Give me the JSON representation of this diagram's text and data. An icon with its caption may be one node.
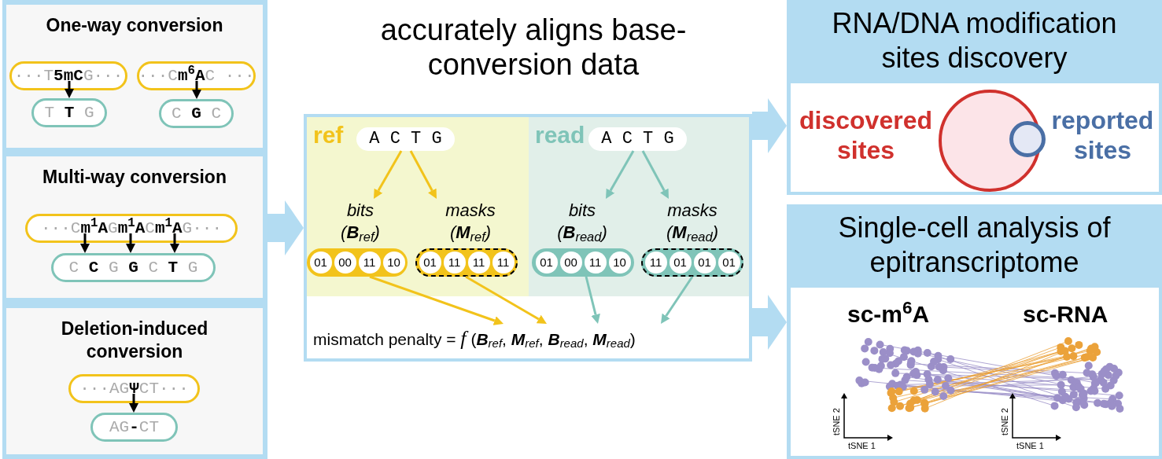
{
  "diagram": {
    "title": "accurately aligns base-conversion data",
    "nodes": [
      {
        "text": [],
        "shape": "box"
      },
      {
        "text": [
          "One-way conversion"
        ],
        "in": 0
      },
      {
        "text": [
          "···T**5mC**G···"
        ],
        "in": 1
      },
      {
        "text": [
          "T **T** G"
        ],
        "in": 1
      },
      {
        "text": [
          "···C**m$^{6}$A**C ···"
        ],
        "in": 1
      },
      {
        "text": [
          "C **G** C"
        ],
        "in": 1
      },
      {
        "text": [
          "Multi-way conversion"
        ],
        "in": 0
      },
      {
        "text": [
          "···C**m$^{1}$A**G**m$^{1}$A**C**m$^{1}$A**G···"
        ],
        "in": 6
      },
      {
        "text": [
          "C **C** G **G** C **T** G"
        ],
        "in": 6
      },
      {
        "text": [
          "Deletion-induced conversion"
        ],
        "in": 0
      },
      {
        "text": [
          "···AG**Ψ**CT···"
        ],
        "in": 9
      },
      {
        "text": [
          "AG**-**CT"
        ],
        "in": 9
      },
      {
        "text": [],
        "shape": "box"
      },
      {
        "text": [
          "ref"
        ],
        "in": 12
      },
      {
        "text": [
          "A C T G"
        ],
        "in": 13
      },
      {
        "text": [
          "bits",
          "(**B**$_{ref}$)"
        ],
        "in": 13
      },
      {
        "text": [
          "masks",
          "(**M**$_{ref}$)"
        ],
        "in": 13
      },
      {
        "text": [
          "01",
          "00",
          "11",
          "10"
        ],
        "in": 13
      },
      {
        "text": [
          "01",
          "11",
          "11",
          "11"
        ],
        "in": 13
      },
      {
        "text": [
          "read"
        ],
        "in": 12
      },
      {
        "text": [
          "A C T G"
        ],
        "in": 19
      },
      {
        "text": [
          "bits",
          "(**B**$_{read}$)"
        ],
        "in": 19
      },
      {
        "text": [
          "masks",
          "(**M**$_{read}$)"
        ],
        "in": 19
      },
      {
        "text": [
          "01",
          "00",
          "11",
          "10"
        ],
        "in": 19
      },
      {
        "text": [
          "11",
          "01",
          "01",
          "01"
        ],
        "in": 19
      },
      {
        "text": [
          "mismatch penalty = *f* (**B**$_{ref}$, **M**$_{ref}$, **B**$_{read}$, **M**$_{read}$)"
        ],
        "in": 12
      },
      {
        "text": [
          "RNA/DNA modification sites discovery"
        ]
      },
      {
        "text": [],
        "shape": "circle",
        "beside": [
          "discovered sites"
        ],
        "in": 26
      },
      {
        "text": [],
        "shape": "circle",
        "beside": [
          "reported sites"
        ],
        "in": 26
      },
      {
        "text": [
          "Single-cell analysis of epitranscriptome"
        ]
      }
    ],
    "edges": [
      {
        "from": 0,
        "to": 12,
        "arrow": "to",
        "style": "thick",
        "color": "#b3dcf2"
      },
      {
        "from": 2,
        "to": 3,
        "arrow": "to"
      },
      {
        "from": 4,
        "to": 5,
        "arrow": "to"
      },
      {
        "from": 7,
        "to": 8,
        "arrow": "to"
      },
      {
        "from": 7,
        "to": 8,
        "arrow": "to"
      },
      {
        "from": 7,
        "to": 8,
        "arrow": "to"
      },
      {
        "from": 10,
        "to": 11,
        "arrow": "to"
      },
      {
        "from": 14,
        "to": 15,
        "arrow": "to",
        "color": "#f2c31b"
      },
      {
        "from": 14,
        "to": 16,
        "arrow": "to",
        "color": "#f2c31b"
      },
      {
        "from": 20,
        "to": 21,
        "arrow": "to",
        "color": "#7fc4b8"
      },
      {
        "from": 20,
        "to": 22,
        "arrow": "to",
        "color": "#7fc4b8"
      },
      {
        "from": 17,
        "to": 25,
        "arrow": "to",
        "color": "#f2c31b"
      },
      {
        "from": 18,
        "to": 25,
        "arrow": "to",
        "color": "#f2c31b"
      },
      {
        "from": 23,
        "to": 25,
        "arrow": "to",
        "color": "#7fc4b8"
      },
      {
        "from": 24,
        "to": 25,
        "arrow": "to",
        "color": "#7fc4b8"
      },
      {
        "from": 12,
        "to": 26,
        "arrow": "to",
        "style": "thick",
        "color": "#b3dcf2"
      },
      {
        "from": 12,
        "to": 29,
        "arrow": "to",
        "style": "thick",
        "color": "#b3dcf2"
      }
    ],
    "labels": [
      "sc-m$^{6}$A",
      "sc-RNA",
      "tSNE 2",
      "tSNE 1",
      "tSNE 2",
      "tSNE 1"
    ]
  }
}
